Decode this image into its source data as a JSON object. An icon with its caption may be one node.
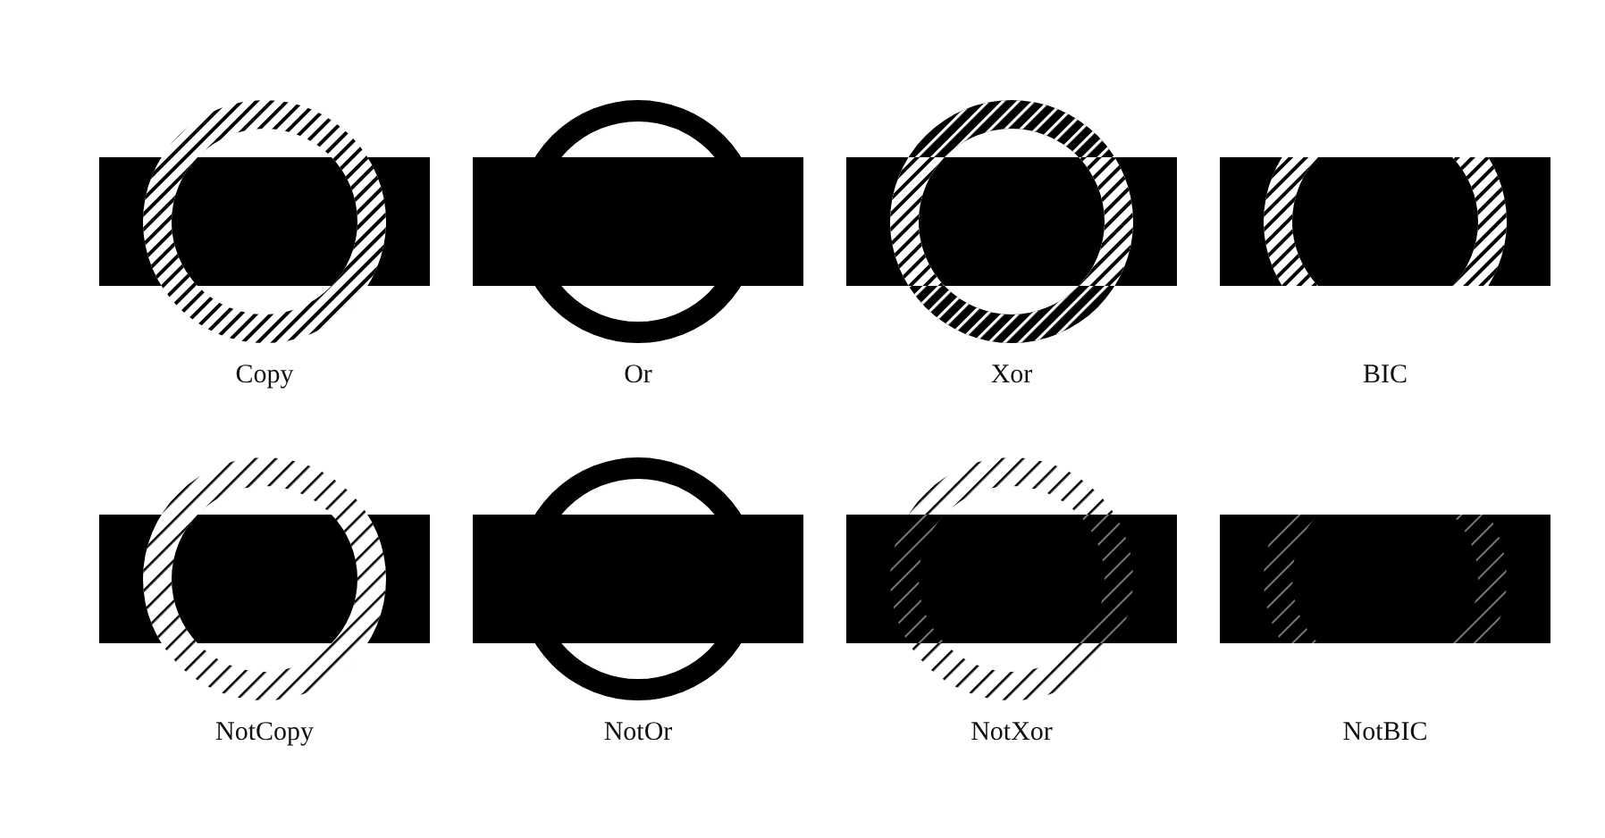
{
  "diagram": {
    "labels": [
      "Copy",
      "Or",
      "Xor",
      "BIC",
      "NotCopy",
      "NotOr",
      "NotXor",
      "NotBIC"
    ]
  }
}
